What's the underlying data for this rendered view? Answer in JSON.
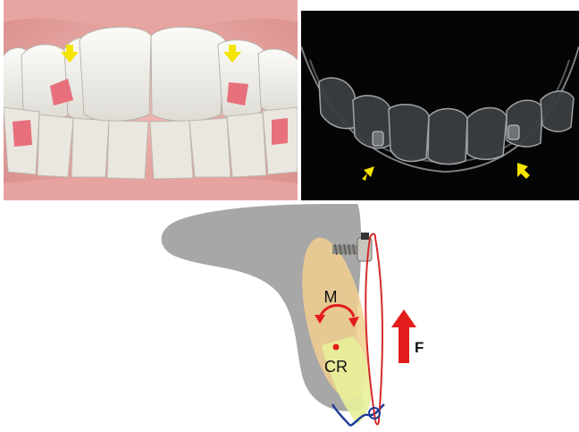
{
  "panels": {
    "teeth_render": {
      "attachment_color": "#e8707c",
      "gum_color": "#e9a7a4",
      "arrow_color": "#f5e400"
    },
    "aligner_photo": {
      "background": "#050505",
      "arrow_color": "#f5e400"
    },
    "biomechanics": {
      "labels": {
        "moment": "M",
        "center_of_resistance": "CR",
        "force": "F"
      },
      "colors": {
        "bone": "#a8a7a8",
        "root_overlay": "#f1cf8e",
        "force_arrow": "#e31c1c",
        "elastic": "#d52a2a",
        "gingiva_line": "#1f3f9a"
      }
    }
  }
}
